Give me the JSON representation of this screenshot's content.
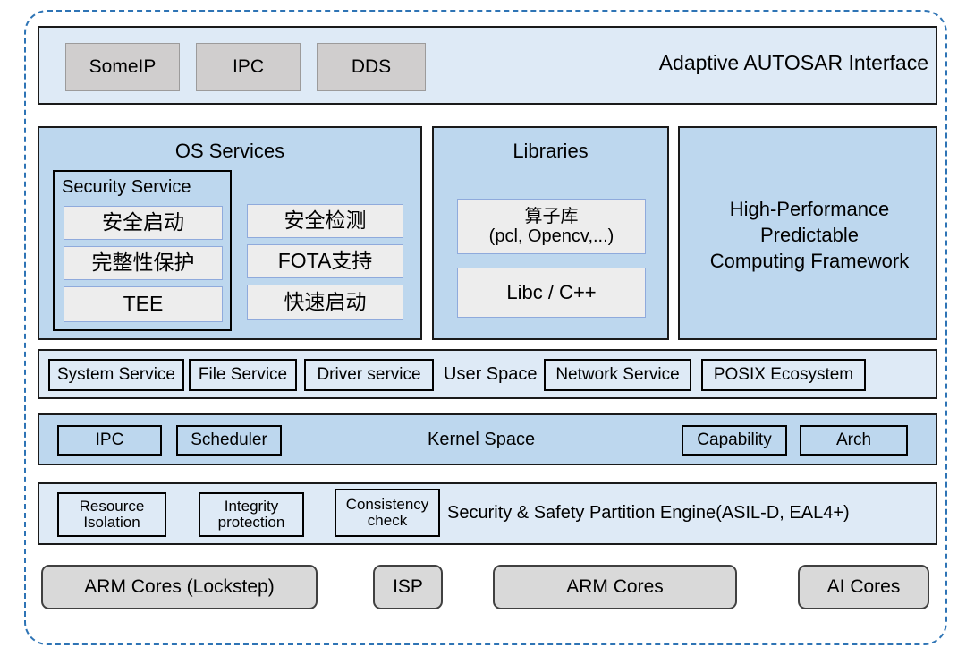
{
  "diagram": {
    "title": "Layered automotive software architecture stack",
    "colors": {
      "outer_dashed_border": "#2E74B5",
      "band_light": "#DEEAF6",
      "band_medium": "#BDD7EE",
      "chip_gray": "#D0CECE",
      "chip_hardware": "#D9D9D9",
      "chip_service_fill": "#EDEDED",
      "chip_service_border": "#8FAADC",
      "outline": "#000000"
    }
  },
  "interface_layer": {
    "caption": "Adaptive AUTOSAR Interface",
    "protocols": [
      {
        "label": "SomeIP"
      },
      {
        "label": "IPC"
      },
      {
        "label": "DDS"
      }
    ]
  },
  "os_services": {
    "title": "OS Services",
    "security_service": {
      "title": "Security Service",
      "items": [
        {
          "label": "安全启动"
        },
        {
          "label": "完整性保护"
        },
        {
          "label": "TEE"
        }
      ]
    },
    "right_items": [
      {
        "label": "安全检测"
      },
      {
        "label": "FOTA支持"
      },
      {
        "label": "快速启动"
      }
    ]
  },
  "libraries": {
    "title": "Libraries",
    "items": [
      {
        "line1": "算子库",
        "line2": "(pcl, Opencv,...)"
      },
      {
        "line1": "Libc / C++",
        "line2": ""
      }
    ]
  },
  "hpc_framework": {
    "line1": "High-Performance",
    "line2": "Predictable",
    "line3": "Computing Framework"
  },
  "user_space": {
    "caption": "User Space",
    "left_items": [
      {
        "label": "System Service"
      },
      {
        "label": "File Service"
      },
      {
        "label": "Driver service"
      }
    ],
    "right_items": [
      {
        "label": "Network Service"
      },
      {
        "label": "POSIX Ecosystem"
      }
    ]
  },
  "kernel_space": {
    "caption": "Kernel Space",
    "left_items": [
      {
        "label": "IPC"
      },
      {
        "label": "Scheduler"
      }
    ],
    "right_items": [
      {
        "label": "Capability"
      },
      {
        "label": "Arch"
      }
    ]
  },
  "safety_layer": {
    "caption": "Security & Safety  Partition Engine(ASIL-D, EAL4+)",
    "items": [
      {
        "line1": "Resource",
        "line2": "Isolation"
      },
      {
        "line1": "Integrity",
        "line2": "protection"
      },
      {
        "line1": "Consistency",
        "line2": "check"
      }
    ]
  },
  "hardware_layer": {
    "items": [
      {
        "label": "ARM Cores (Lockstep)"
      },
      {
        "label": "ISP"
      },
      {
        "label": "ARM Cores"
      },
      {
        "label": "AI Cores"
      }
    ]
  }
}
